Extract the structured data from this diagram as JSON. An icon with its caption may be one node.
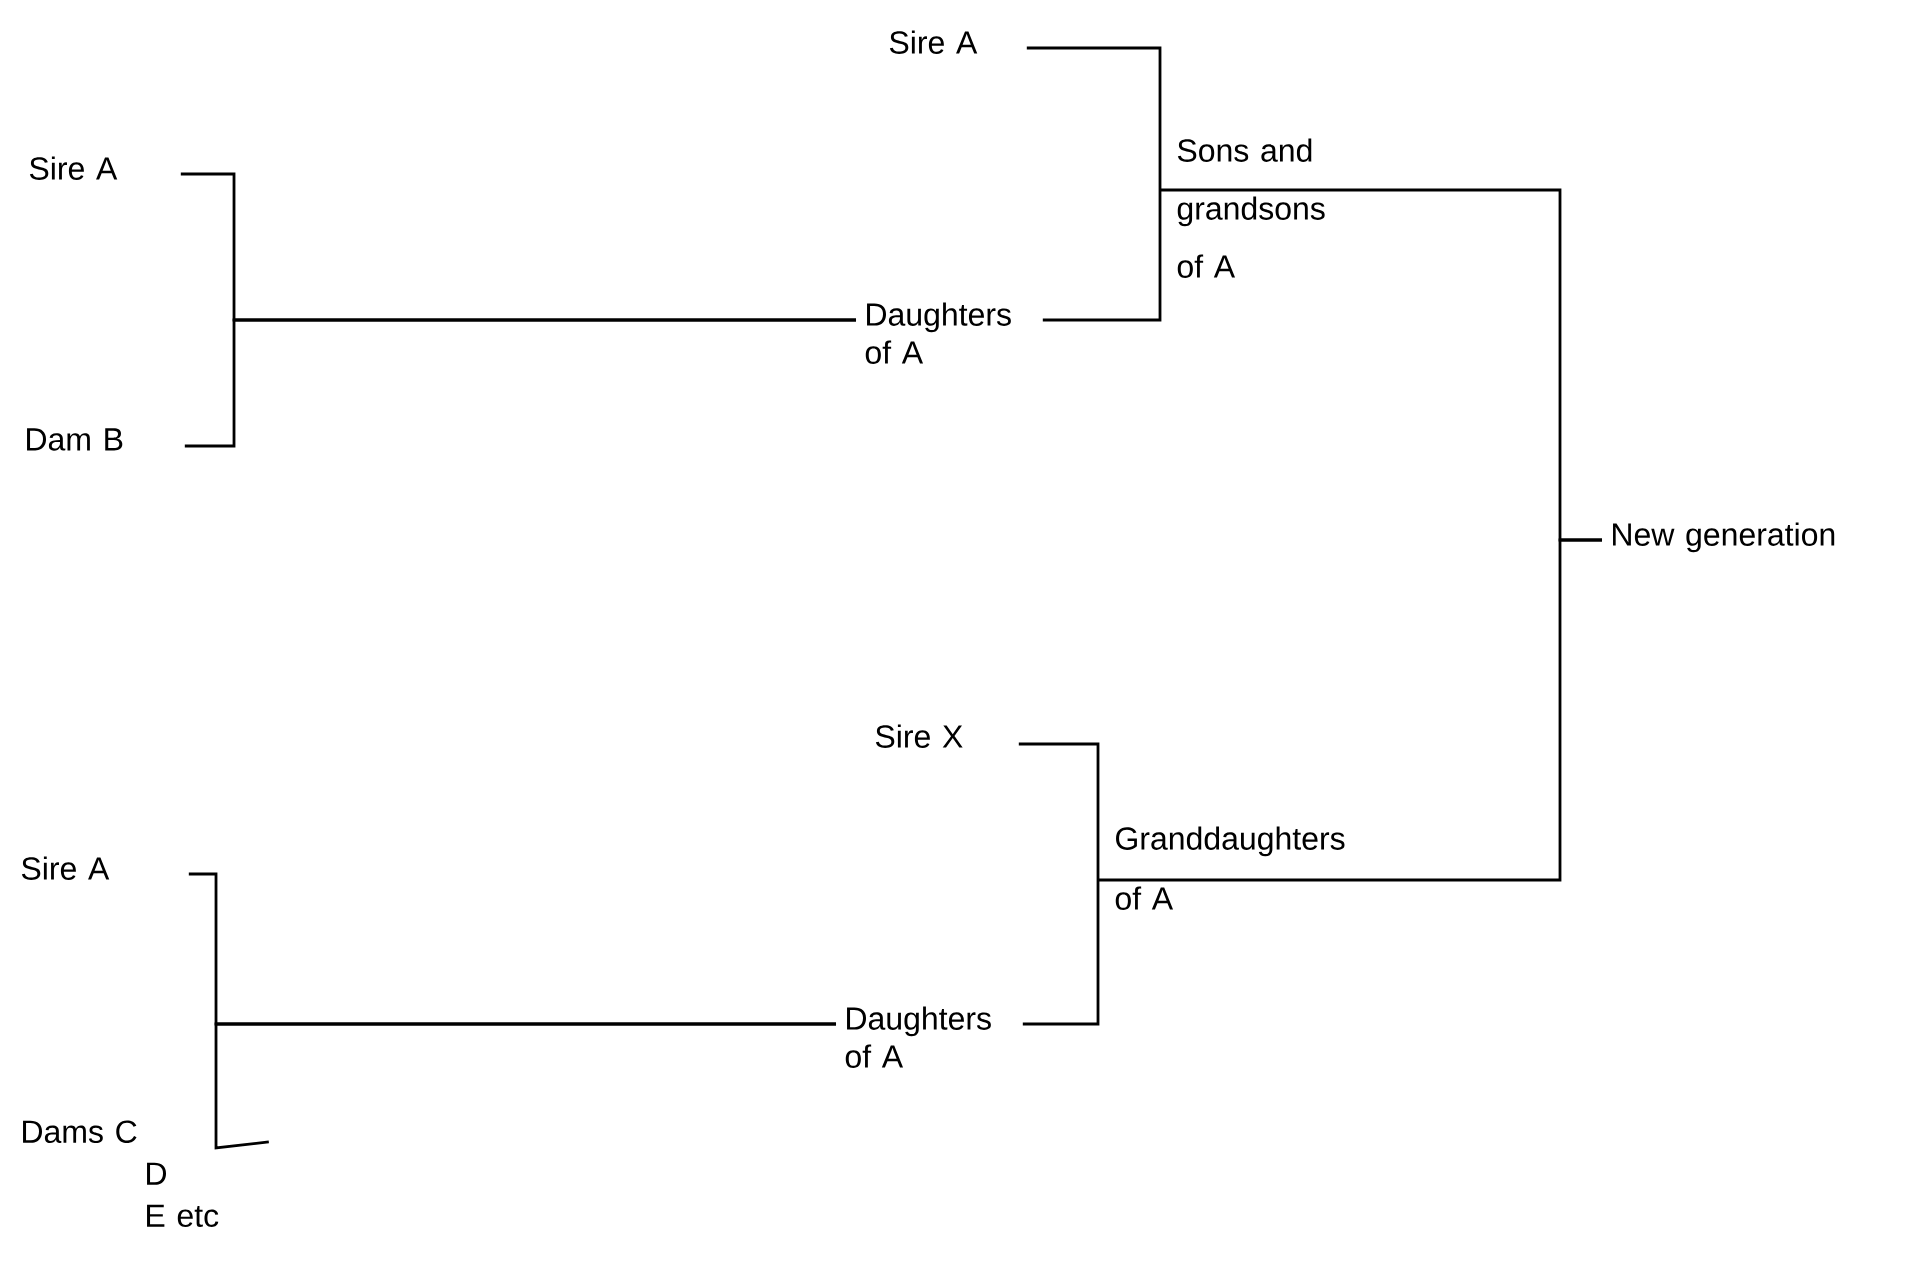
{
  "diagram": {
    "nodes": [
      {
        "text": [
          "Sire A"
        ]
      },
      {
        "text": [
          "Dam B"
        ]
      },
      {
        "text": [
          "Daughters of A"
        ]
      },
      {
        "text": [
          "Sire A"
        ]
      },
      {
        "text": [
          "Sons and grandsons of A"
        ]
      },
      {
        "text": [
          "Sire A"
        ]
      },
      {
        "text": [
          "Dams C",
          "D",
          "E etc"
        ]
      },
      {
        "text": [
          "Daughters of A"
        ]
      },
      {
        "text": [
          "Sire X"
        ]
      },
      {
        "text": [
          "Granddaughters of A"
        ]
      },
      {
        "text": [
          "New generation"
        ]
      }
    ],
    "edges": [
      {
        "from": 0,
        "to": 2,
        "arrow": "none"
      },
      {
        "from": 1,
        "to": 2,
        "arrow": "none"
      },
      {
        "from": 3,
        "to": 4,
        "arrow": "none"
      },
      {
        "from": 2,
        "to": 4,
        "arrow": "none"
      },
      {
        "from": 5,
        "to": 7,
        "arrow": "none"
      },
      {
        "from": 6,
        "to": 7,
        "arrow": "none"
      },
      {
        "from": 8,
        "to": 9,
        "arrow": "none"
      },
      {
        "from": 7,
        "to": 9,
        "arrow": "none"
      },
      {
        "from": 4,
        "to": 10,
        "arrow": "none"
      },
      {
        "from": 9,
        "to": 10,
        "arrow": "none"
      }
    ]
  }
}
